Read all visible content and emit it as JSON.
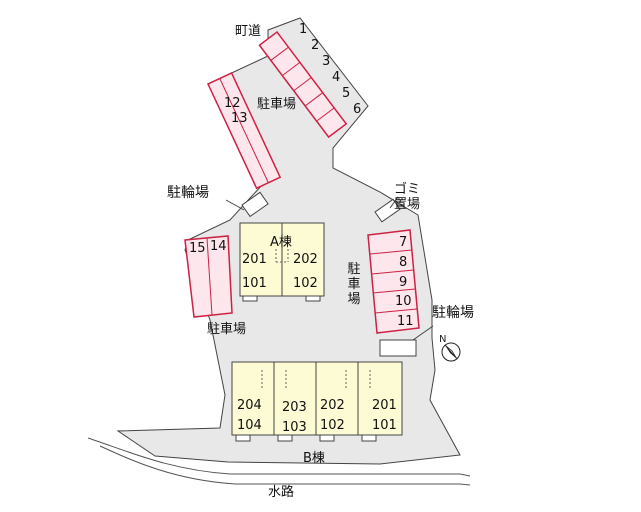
{
  "labels": {
    "town_road": "町道",
    "parking_top": "駐車場",
    "bike_parking_left": "駐輪場",
    "garbage": "ゴミ置場",
    "building_a": "A棟",
    "parking_right": "駐車場",
    "bike_parking_right": "駐輪場",
    "parking_left": "駐車場",
    "building_b": "B棟",
    "waterway": "水路"
  },
  "parking_top_right": [
    "1",
    "2",
    "3",
    "4",
    "5",
    "6"
  ],
  "parking_top_left": [
    "12",
    "13"
  ],
  "parking_right": [
    "7",
    "8",
    "9",
    "10",
    "11"
  ],
  "parking_left": [
    "15",
    "14"
  ],
  "building_a_units": {
    "upper": [
      "201",
      "202"
    ],
    "lower": [
      "101",
      "102"
    ]
  },
  "building_b_units": {
    "upper": [
      "204",
      "203",
      "202",
      "201"
    ],
    "lower": [
      "104",
      "103",
      "102",
      "101"
    ]
  },
  "colors": {
    "site": "#e8e8e8",
    "outline": "#444444",
    "parking_fill": "#fde6ec",
    "parking_line": "#cc2244",
    "building": "#fdfbd4"
  },
  "icons": {
    "north": "north-arrow-icon"
  }
}
